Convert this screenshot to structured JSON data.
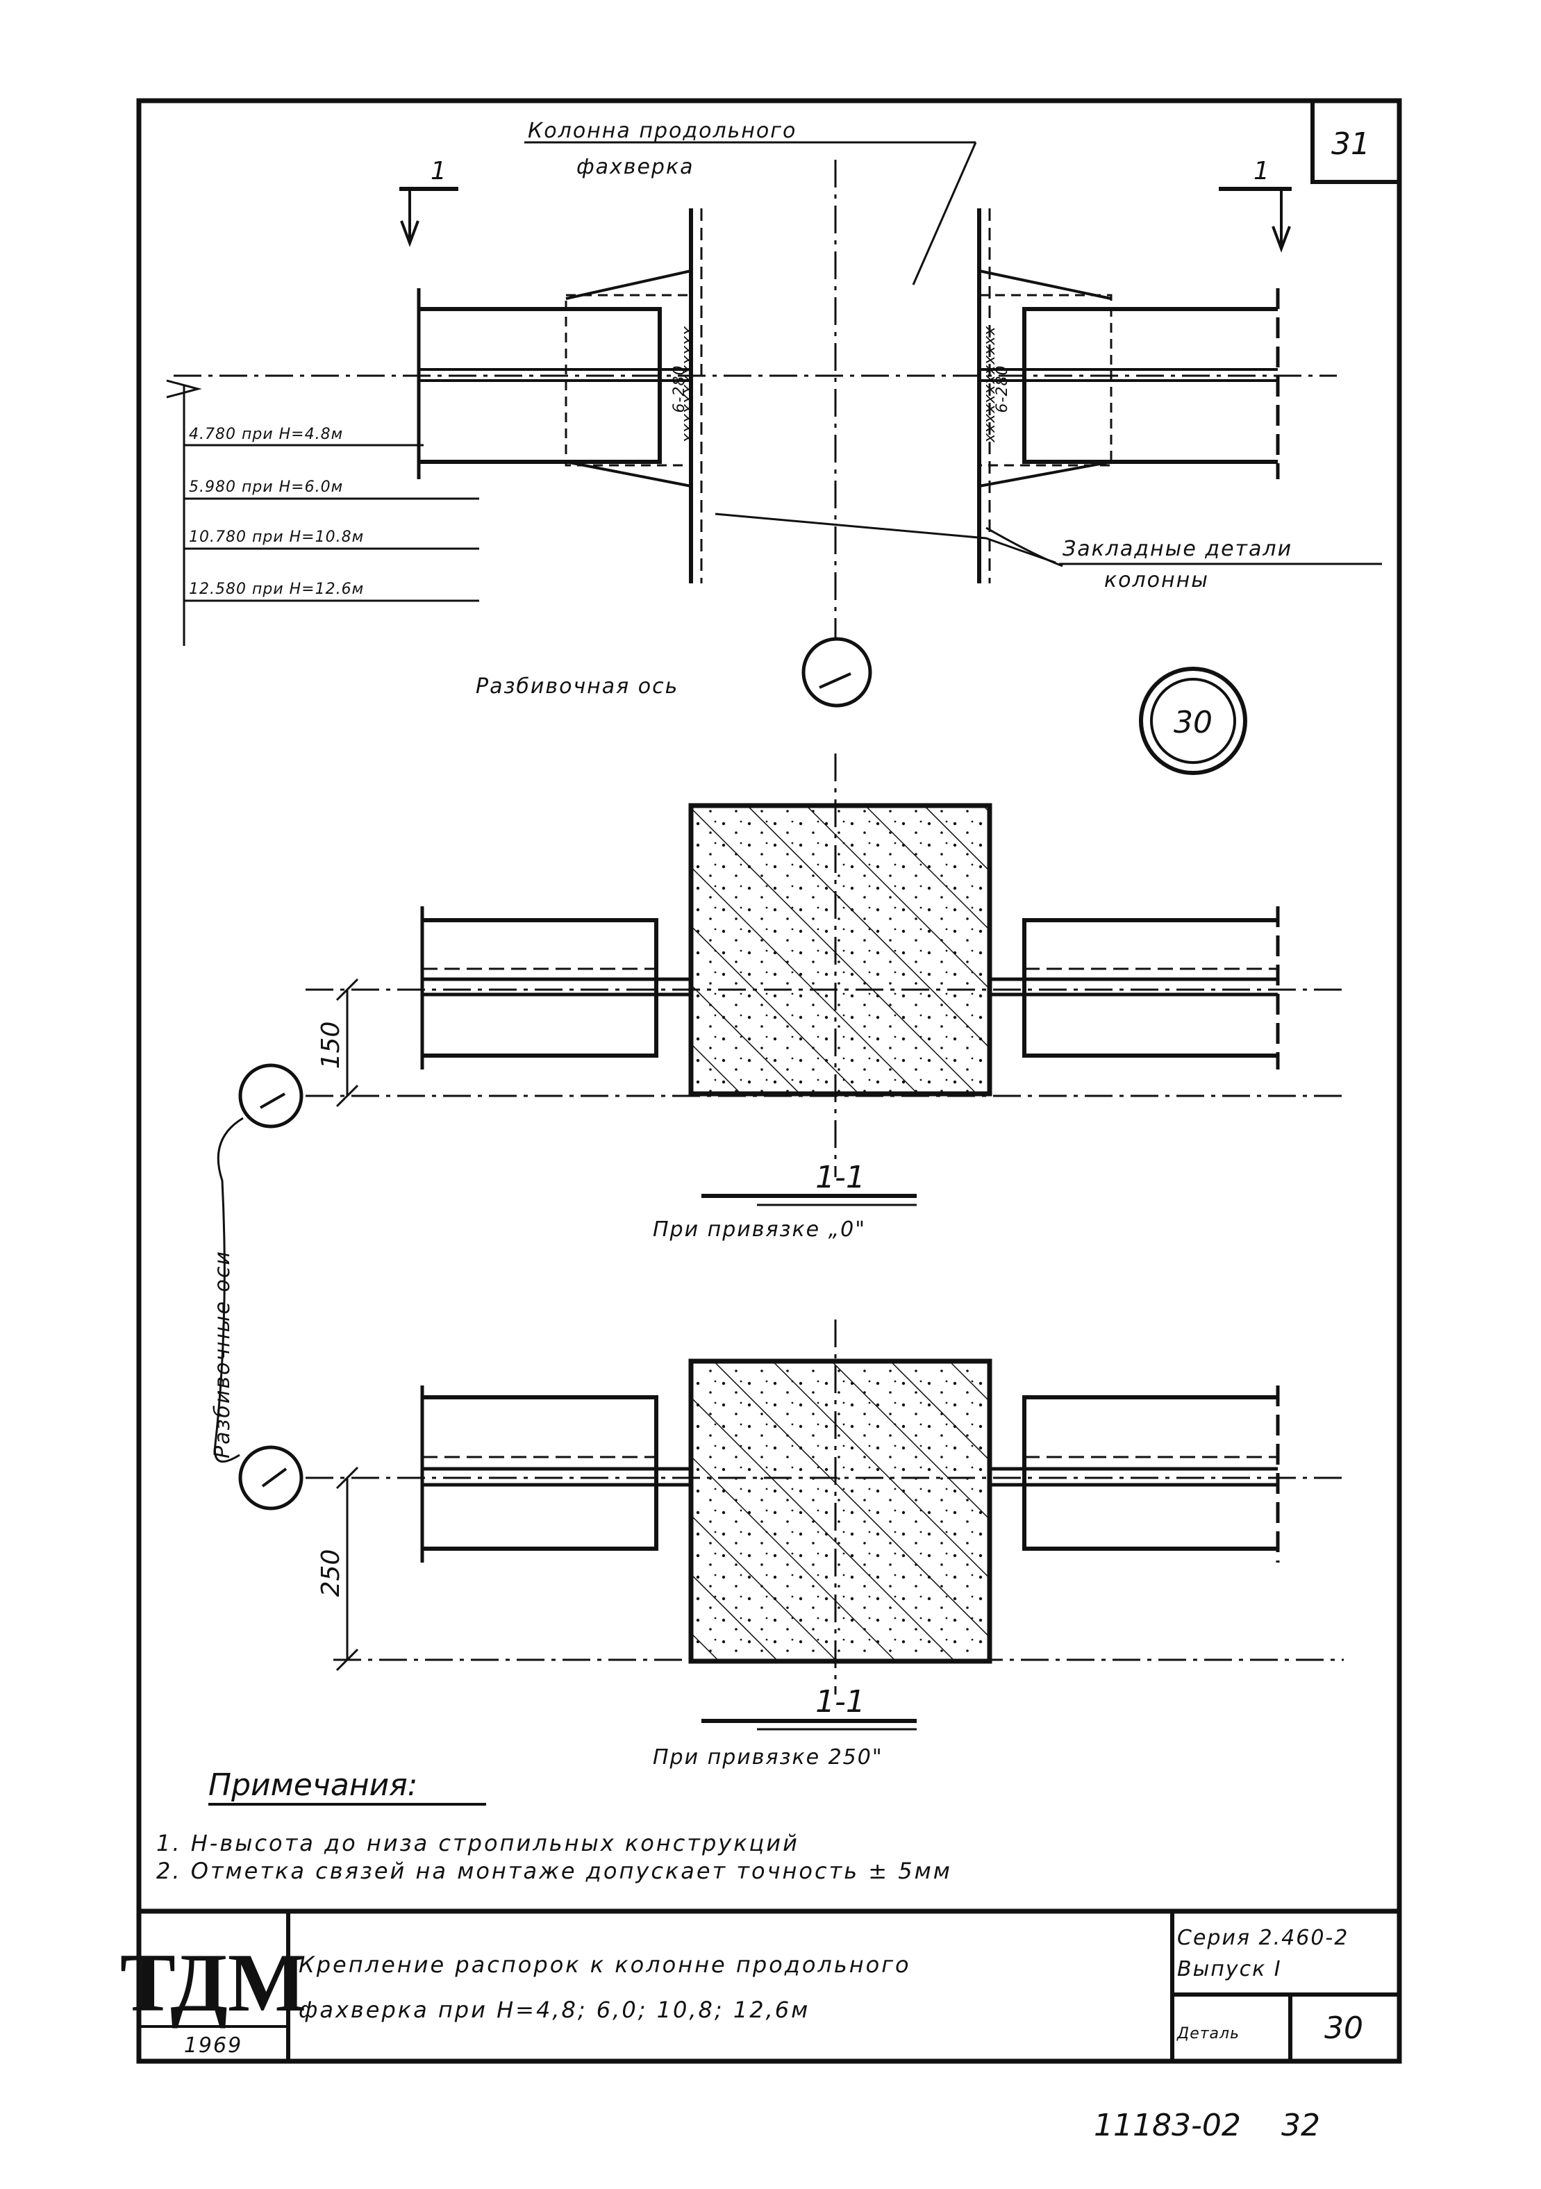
{
  "sheet": {
    "page_number": "31",
    "detail_marker": "30",
    "archive_number": "11183-02",
    "archive_page": "32"
  },
  "top_view": {
    "column_label_line1": "Колонна продольного",
    "column_label_line2": "фахверка",
    "section_mark": "1",
    "weld_left": "6-280",
    "weld_right": "6-280",
    "elevations": [
      "4.780 при H=4.8м",
      "5.980 при H=6.0м",
      "10.780 при H=10.8м",
      "12.580 при H=12.6м"
    ],
    "embedded_parts_line1": "Закладные детали",
    "embedded_parts_line2": "колонны",
    "axis_label": "Разбивочная ось"
  },
  "section_a": {
    "dimension": "150",
    "title": "1-1",
    "caption": "При привязке „0\""
  },
  "section_b": {
    "dimension": "250",
    "title": "1-1",
    "caption": "При привязке 250\""
  },
  "axes_label": "Разбивочные оси",
  "notes": {
    "heading": "Примечания:",
    "items": [
      "1. H-высота до низа стропильных конструкций",
      "2. Отметка связей на монтаже допускает точность ± 5мм"
    ]
  },
  "title_block": {
    "logo": "ТДМ",
    "year": "1969",
    "title_line1": "Крепление распорок к колонне продольного",
    "title_line2": "фахверка при H=4,8; 6,0; 10,8; 12,6м",
    "series": "Серия 2.460-2",
    "issue": "Выпуск I",
    "detail_label": "Деталь",
    "detail_value": "30"
  }
}
